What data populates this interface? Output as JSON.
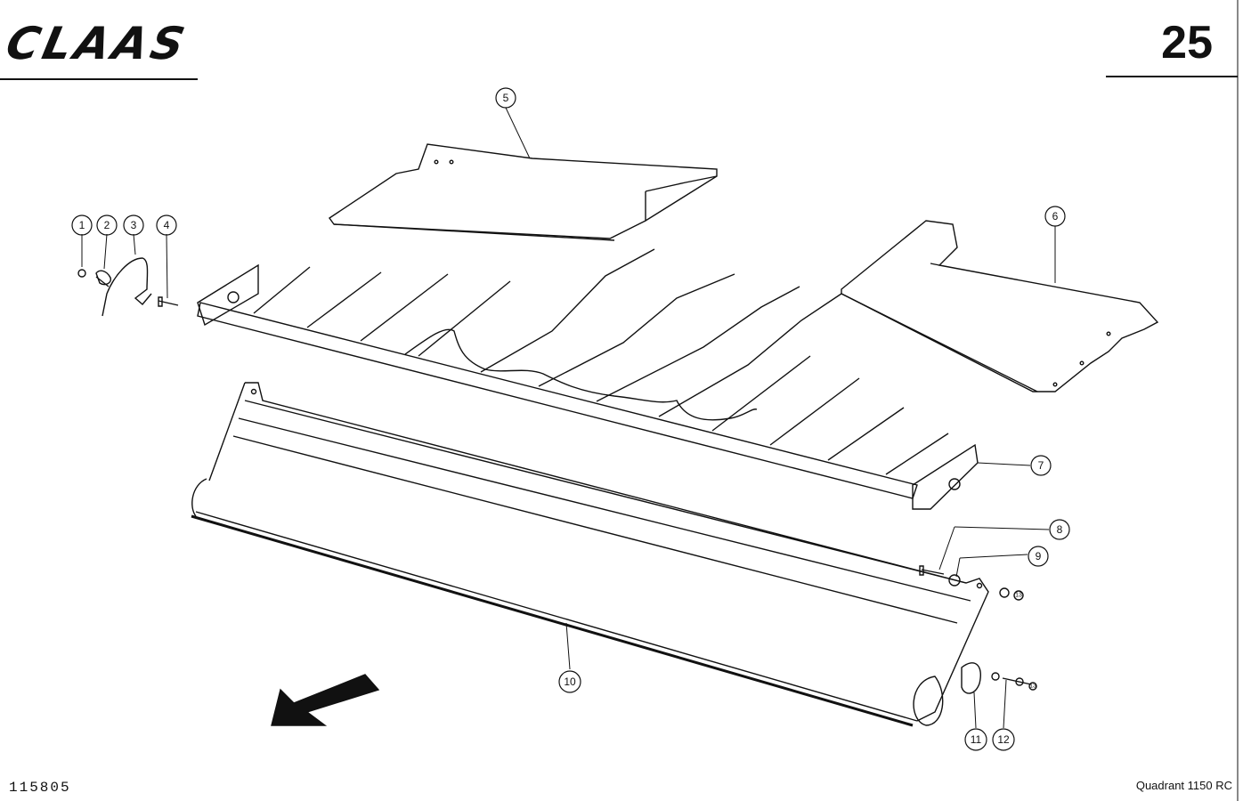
{
  "header": {
    "brand_logo": "CLAAS",
    "page_number": "25"
  },
  "callouts": [
    {
      "label": "1",
      "part": "callout-1"
    },
    {
      "label": "2",
      "part": "callout-2"
    },
    {
      "label": "3",
      "part": "callout-3"
    },
    {
      "label": "4",
      "part": "callout-4"
    },
    {
      "label": "5",
      "part": "callout-5"
    },
    {
      "label": "6",
      "part": "callout-6"
    },
    {
      "label": "7",
      "part": "callout-7"
    },
    {
      "label": "8",
      "part": "callout-8"
    },
    {
      "label": "9",
      "part": "callout-9"
    },
    {
      "label": "10",
      "part": "callout-10"
    },
    {
      "label": "11",
      "part": "callout-11"
    },
    {
      "label": "12",
      "part": "callout-12"
    }
  ],
  "hardware_marks": [
    "13",
    "13"
  ],
  "footer": {
    "drawing_number": "115805",
    "model": "Quadrant 1150 RC"
  },
  "colors": {
    "line": "#111111",
    "paper": "#ffffff"
  }
}
